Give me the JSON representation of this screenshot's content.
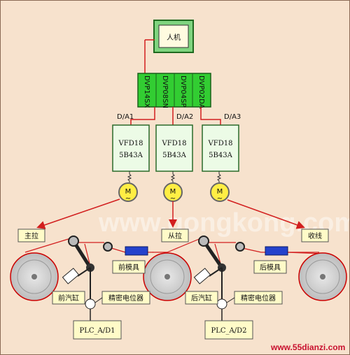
{
  "hmi": {
    "label": "人机"
  },
  "plc_modules": [
    "DVP14SX",
    "DVP08SN",
    "DVP04SP",
    "DVP02DA"
  ],
  "da_outputs": [
    "D/A1",
    "D/A2",
    "D/A3"
  ],
  "vfds": [
    {
      "line1": "VFD18",
      "line2": "5B43A"
    },
    {
      "line1": "VFD18",
      "line2": "5B43A"
    },
    {
      "line1": "VFD18",
      "line2": "5B43A"
    }
  ],
  "motor_symbol": "M",
  "rolls": {
    "main": "主拉",
    "slave": "从拉",
    "winder": "收线"
  },
  "front": {
    "die": "前模具",
    "cylinder": "前汽缸",
    "pot": "精密电位器",
    "adc": "PLC_A/D1"
  },
  "rear": {
    "die": "后模具",
    "cylinder": "后汽缸",
    "pot": "精密电位器",
    "adc": "PLC_A/D2"
  },
  "watermark": "www.gongkong.com",
  "site": "www.55dianzi.com",
  "colors": {
    "background": "#f7e2cd",
    "module_green": "#32cd32",
    "hmi_green": "#7fd47f",
    "label_fill": "#fffbc8",
    "vfd_fill": "#ecfbe6",
    "motor_fill": "#ffee44",
    "wire_red": "#d21e1e",
    "die_blue": "#2442cc"
  }
}
